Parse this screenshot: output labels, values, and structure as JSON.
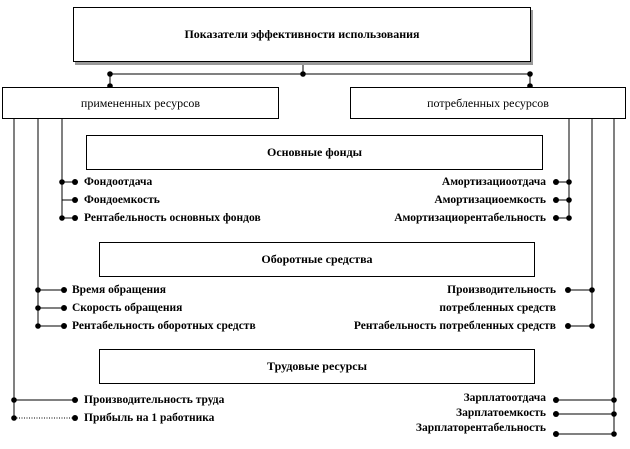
{
  "title": "Показатели эффективности использования",
  "branches": {
    "applied": "примененных ресурсов",
    "consumed": "потребленных ресурсов"
  },
  "groups": {
    "fixed": {
      "title": "Основные фонды",
      "left": [
        "Фондоотдача",
        "Фондоемкость",
        "Рентабельность основных фондов"
      ],
      "right": [
        "Амортизациоотдача",
        "Амортизациоемкость",
        "Амортизациорентабельность"
      ]
    },
    "current": {
      "title": "Оборотные средства",
      "left": [
        "Время обращения",
        "Скорость обращения",
        "Рентабельность оборотных средств"
      ],
      "right": [
        "Производительность",
        "потребленных средств",
        "Рентабельность потребленных средств"
      ]
    },
    "labor": {
      "title": "Трудовые ресурсы",
      "left": [
        "Производительность труда",
        "Прибыль на 1 работника"
      ],
      "right": [
        "Зарплатоотдача",
        "Зарплатоемкость",
        "Зарплаторентабельность"
      ]
    }
  }
}
